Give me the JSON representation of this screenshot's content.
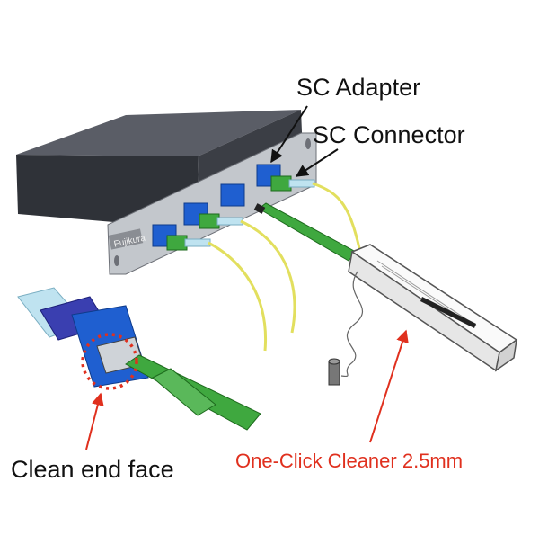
{
  "labels": {
    "sc_adapter": "SC Adapter",
    "sc_connector": "SC Connector",
    "clean_end_face": "Clean end face",
    "cleaner": "One-Click Cleaner 2.5mm",
    "brand_plate": "Fujikura"
  },
  "colors": {
    "chassis_top": "#4a4d55",
    "chassis_front": "#2f3238",
    "bracket": "#b8bcc2",
    "adapter_blue": "#1f5fd0",
    "connector_green": "#3fa83f",
    "fiber_yellow": "#e8e56a",
    "boot_lightblue": "#bfe3f0",
    "cleaner_body": "#f2f2f2",
    "label_red": "#e0301e",
    "label_black": "#111111"
  },
  "icons": {
    "callout_arrow": "arrow-icon",
    "focus_circle": "dotted-circle-icon"
  }
}
